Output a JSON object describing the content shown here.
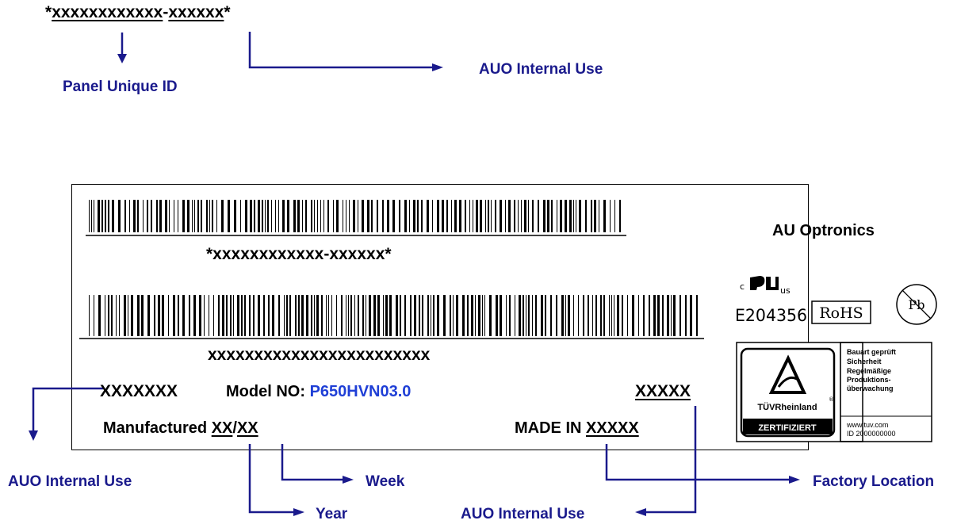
{
  "top_id": {
    "prefix": "*",
    "unique": "xxxxxxxxxxxx",
    "dash": "-",
    "internal": "xxxxxx",
    "suffix": "*"
  },
  "callouts": {
    "panel_unique_id": "Panel Unique ID",
    "auo_internal_top": "AUO Internal Use",
    "auo_internal_left": "AUO Internal Use",
    "week": "Week",
    "year": "Year",
    "auo_internal_bottom": "AUO Internal Use",
    "factory_location": "Factory Location"
  },
  "label": {
    "brand": "AU Optronics",
    "barcode1_text": "*xxxxxxxxxxxx-xxxxxx*",
    "barcode2_text": "xxxxxxxxxxxxxxxxxxxxxxxx",
    "internal_code": "XXXXXXX",
    "model_label": "Model NO:",
    "model_value": "P650HVN03.0",
    "right_code": "XXXXX",
    "manufactured_label": "Manufactured",
    "mfg_year": "XX",
    "mfg_sep": "/",
    "mfg_week": "XX",
    "made_in_label": "MADE IN",
    "made_in_value": "XXXXX",
    "ul": {
      "c": "c",
      "us": "us",
      "file_no": "E204356"
    },
    "rohs": "RoHS",
    "pb": "Pb",
    "tuv": {
      "brand": "TÜVRheinland",
      "cert": "ZERTIFIZIERT",
      "line1": "Bauart geprüft",
      "line2": "Sicherheit",
      "line3": "Regelmäßige",
      "line4": "Produktions-",
      "line5": "überwachung",
      "url": "www.tuv.com",
      "id": "ID 2000000000"
    }
  },
  "colors": {
    "navy": "#1a1a8c",
    "model_blue": "#1f3fd6",
    "black": "#000000"
  }
}
